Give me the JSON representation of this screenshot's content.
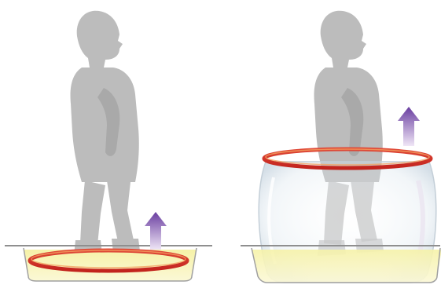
{
  "figure": {
    "panels": [
      {
        "id": "left",
        "subject": "child-silhouette",
        "container": "shallow-tray",
        "ring_state": "resting-at-base",
        "arrow_direction": "up"
      },
      {
        "id": "right",
        "subject": "child-silhouette",
        "container": "bubble-wall",
        "ring_state": "raised",
        "arrow_direction": "up"
      }
    ],
    "colors": {
      "silhouette": "#b9b9b9",
      "ring": "#d8322a",
      "ring_highlight": "#f0a060",
      "liquid": "#f3ef9c",
      "tray_edge": "#9a9a9a",
      "arrow_top": "#6a3ea0",
      "arrow_bottom": "#e8dcf2",
      "bubble": "#dfe7ef"
    }
  }
}
